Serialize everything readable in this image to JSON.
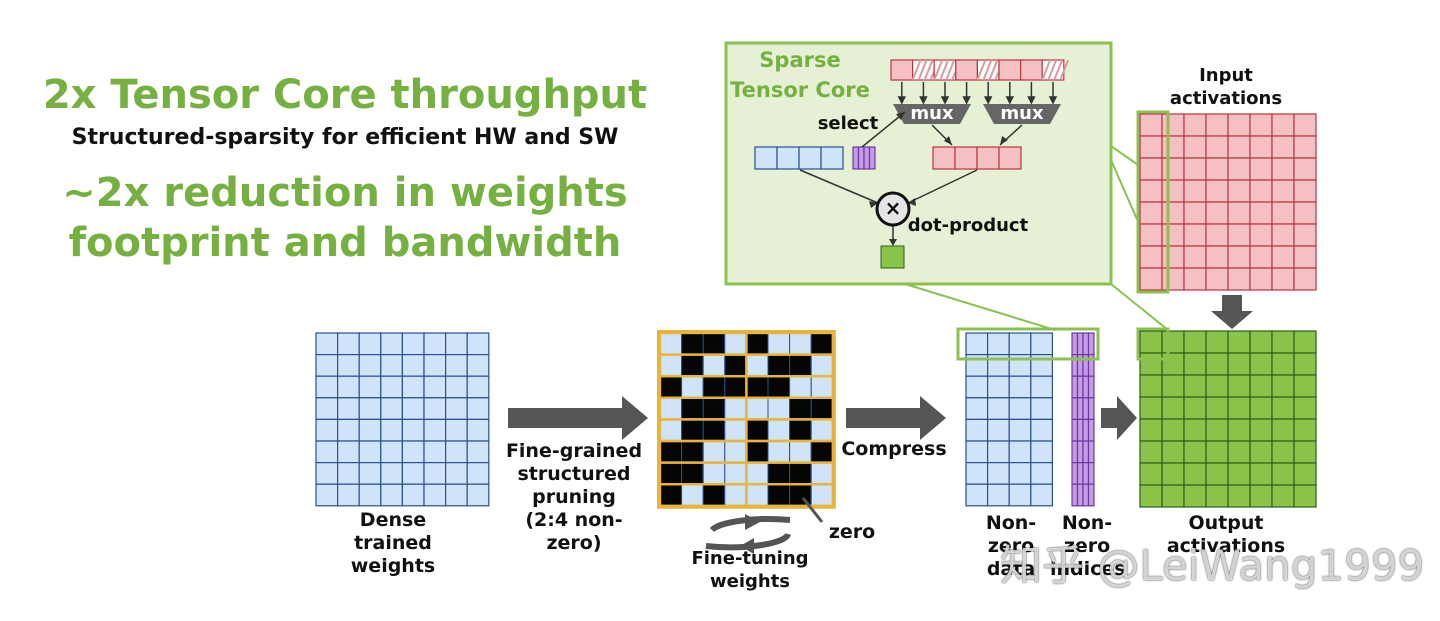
{
  "headline": {
    "title": "2x Tensor Core throughput",
    "subtitle": "Structured-sparsity for efficient HW and SW",
    "reduction_line1": "~2x reduction in weights",
    "reduction_line2": "footprint and bandwidth"
  },
  "sparse_core": {
    "title_line1": "Sparse",
    "title_line2": "Tensor Core",
    "select_label": "select",
    "mux_label": "mux",
    "dot_product_label": "dot-product",
    "multiply_symbol": "×"
  },
  "input_activations": {
    "line1": "Input",
    "line2": "activations"
  },
  "output_activations": {
    "line1": "Output",
    "line2": "activations"
  },
  "dense_weights": {
    "line1": "Dense",
    "line2": "trained",
    "line3": "weights"
  },
  "pruning": {
    "line1": "Fine-grained",
    "line2": "structured",
    "line3": "pruning",
    "line4": "(2:4 non-zero)"
  },
  "fine_tuning": {
    "line1": "Fine-tuning",
    "line2": "weights"
  },
  "zero_label": "zero",
  "compress_label": "Compress",
  "nonzero_data": {
    "line1": "Non-",
    "line2": "zero",
    "line3": "data"
  },
  "nonzero_indices": {
    "line1": "Non-",
    "line2": "zero",
    "line3": "indices"
  },
  "watermark": "知乎 @LeiWang1999",
  "colors": {
    "accent_green": "#76b041",
    "blue_cell": "#cfe4f8",
    "blue_line": "#2b4f8e",
    "red_cell": "#f4c0c3",
    "red_line": "#b8353e",
    "green_cell": "#8bc34a",
    "green_line": "#2f5e1a",
    "purple_cell": "#c59be6",
    "purple_line": "#6a3a9c",
    "orange": "#e8b53a",
    "panel_fill": "#e6f0d5",
    "arrow_gray": "#555555"
  },
  "sparse_mask": [
    [
      0,
      1,
      1,
      0,
      1,
      0,
      0,
      1
    ],
    [
      0,
      1,
      0,
      1,
      0,
      1,
      1,
      0
    ],
    [
      1,
      0,
      1,
      1,
      1,
      1,
      0,
      0
    ],
    [
      0,
      1,
      1,
      0,
      0,
      0,
      1,
      1
    ],
    [
      0,
      1,
      1,
      0,
      1,
      0,
      1,
      0
    ],
    [
      1,
      1,
      0,
      0,
      1,
      0,
      0,
      1
    ],
    [
      1,
      1,
      0,
      0,
      0,
      1,
      1,
      0
    ],
    [
      1,
      0,
      1,
      0,
      0,
      1,
      1,
      0
    ]
  ]
}
